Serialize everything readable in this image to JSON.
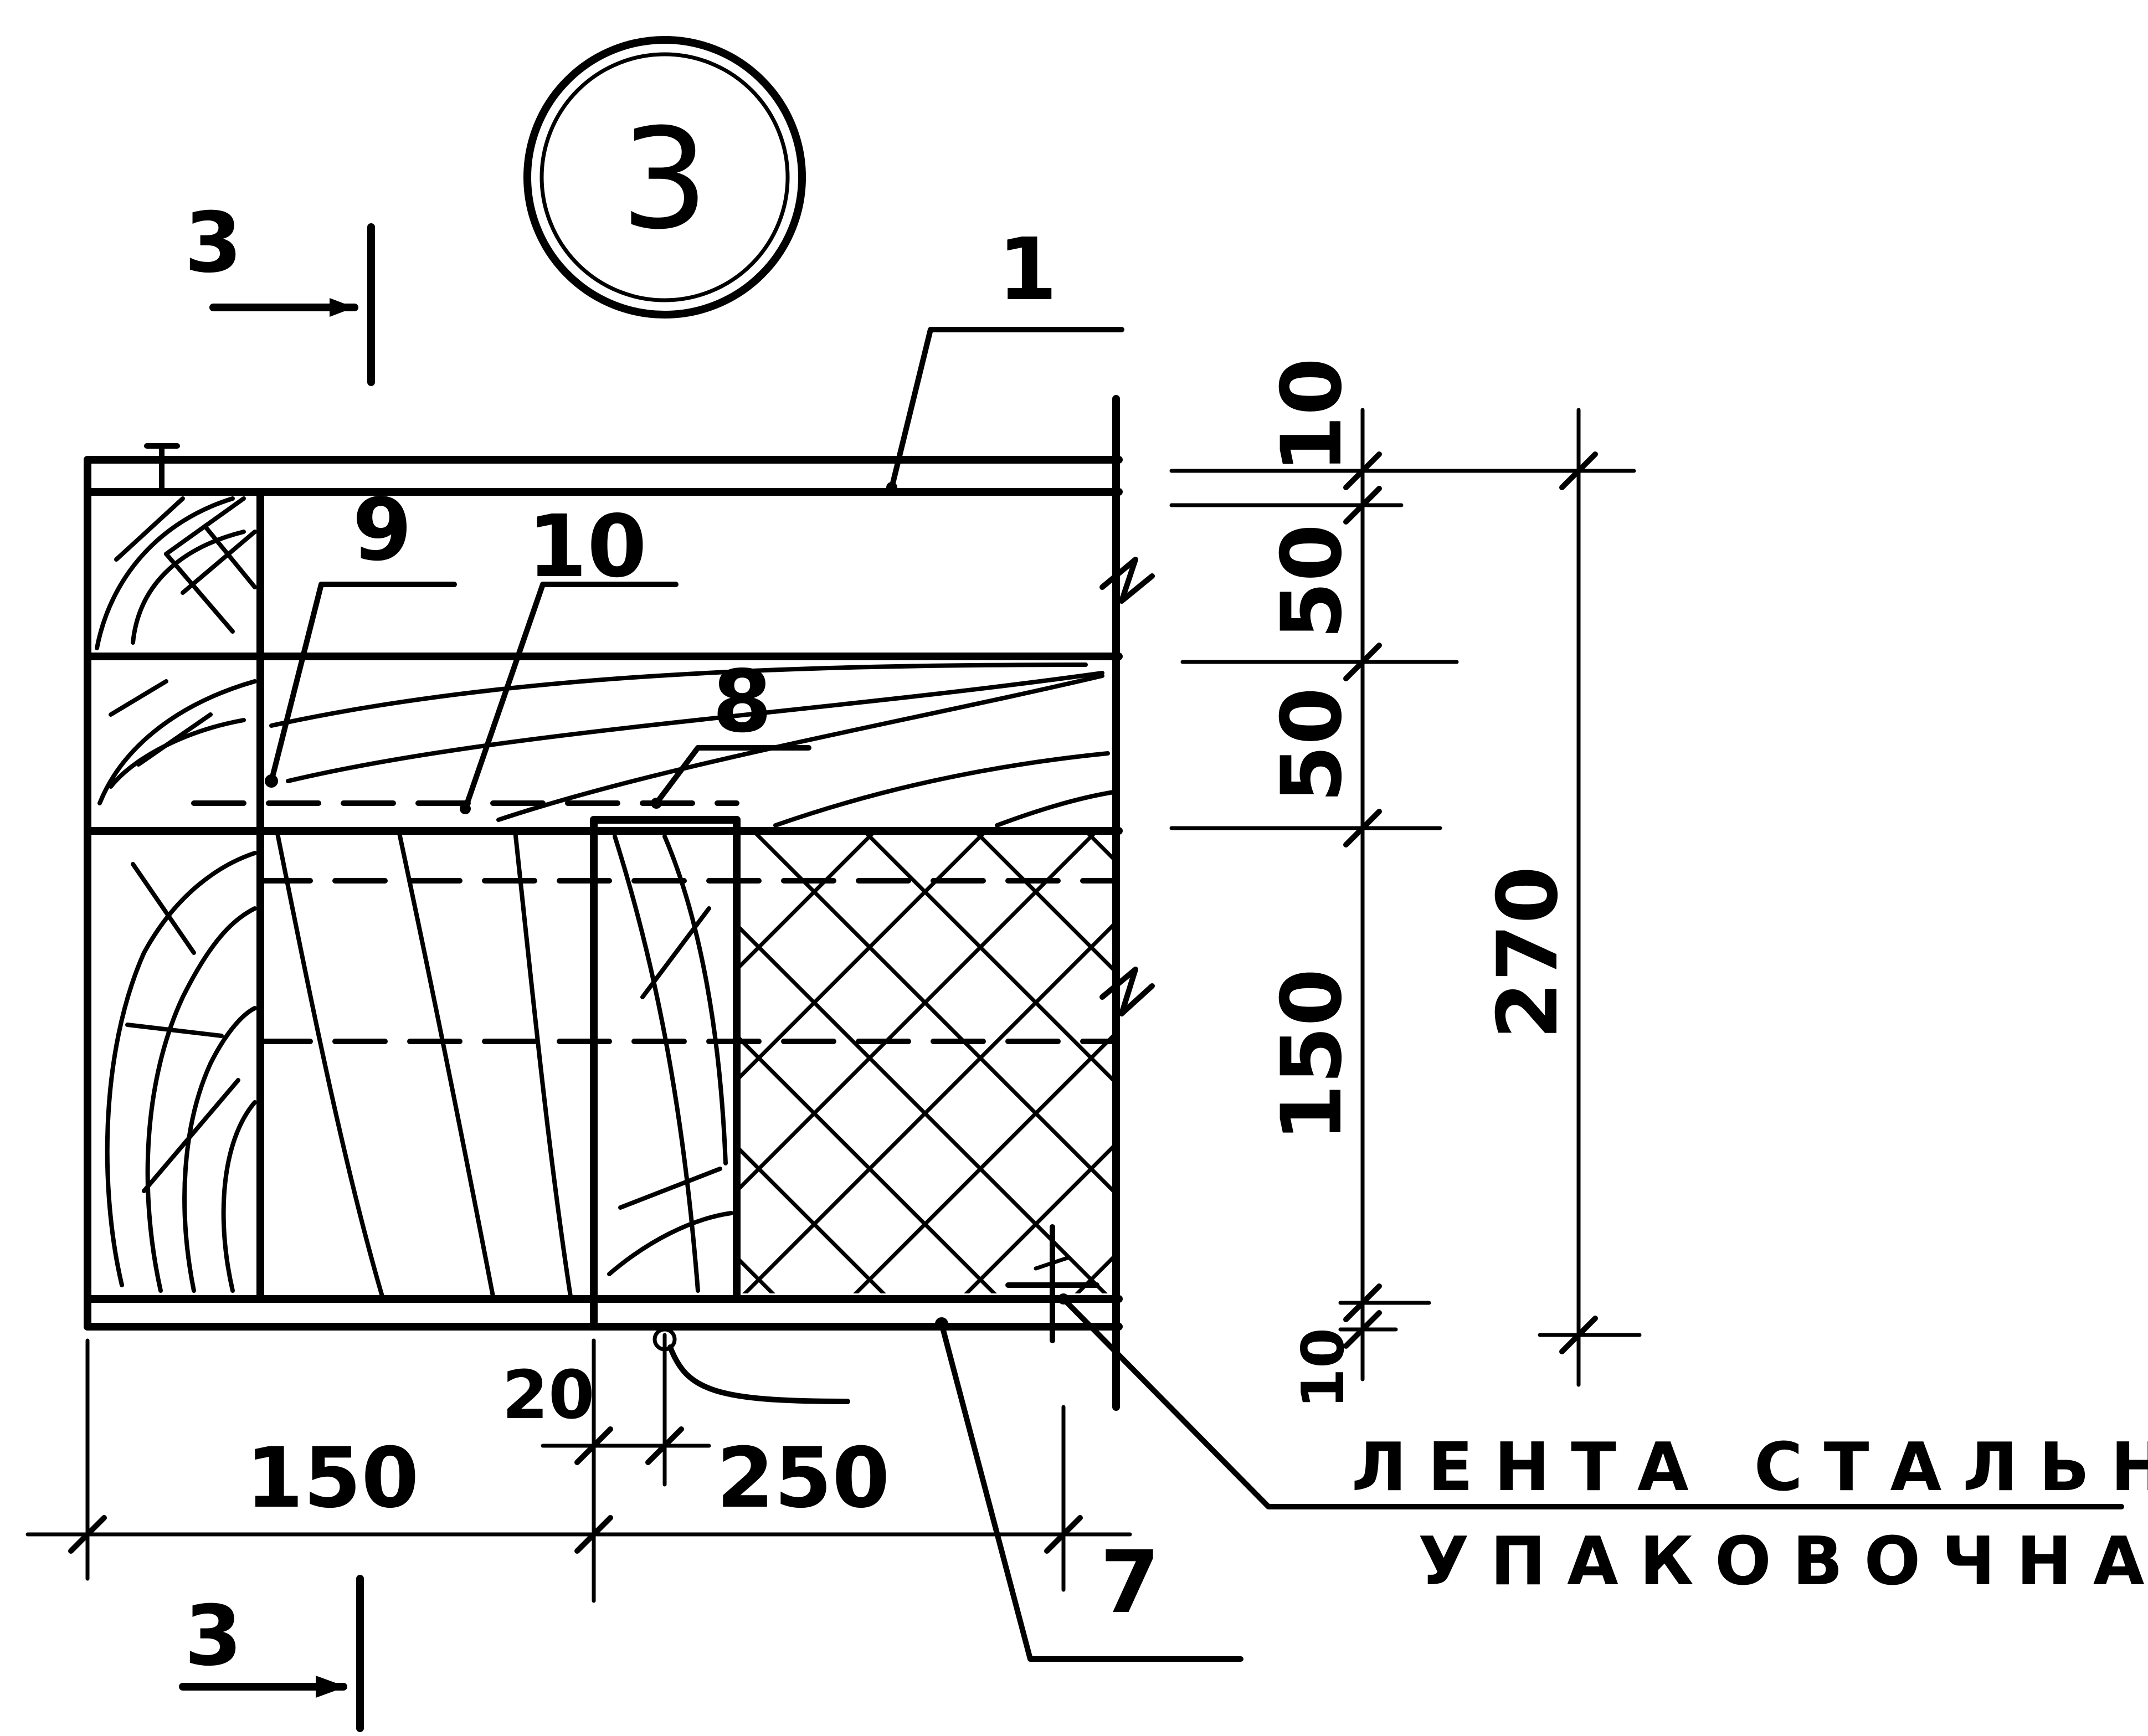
{
  "detail": {
    "number": "3"
  },
  "section_marks": {
    "top": "3",
    "bottom": "3"
  },
  "callouts": {
    "c1": "1",
    "c9": "9",
    "c10": "10",
    "c8": "8",
    "c7": "7"
  },
  "dimensions": {
    "vertical": {
      "d10_top": "10",
      "d50_a": "50",
      "d50_b": "50",
      "d150": "150",
      "d10_bottom": "10",
      "total": "270"
    },
    "horizontal": {
      "d150": "150",
      "d20": "20",
      "d250": "250"
    }
  },
  "note": {
    "line1": "ЛЕНТА СТАЛЬНАЯ",
    "line2": "УПАКОВОЧНАЯ"
  }
}
